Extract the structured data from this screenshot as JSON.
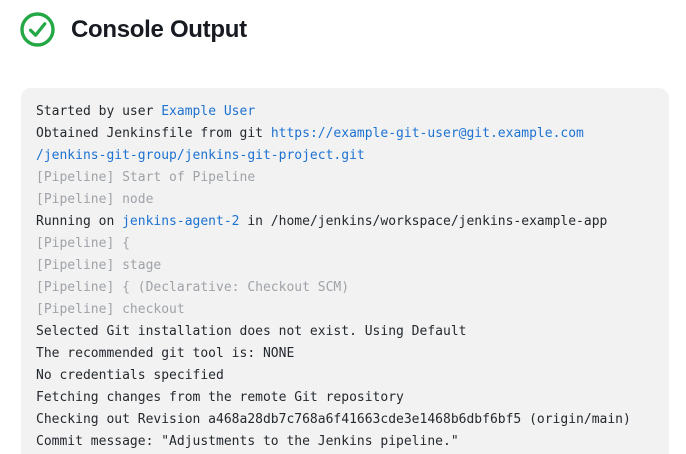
{
  "header": {
    "title": "Console Output",
    "status": "success",
    "accent_green": "#23a845"
  },
  "console": {
    "background": "#f2f2f2",
    "text_color": "#24292e",
    "muted_color": "#9fa3a8",
    "link_color": "#1d72d2",
    "lines": [
      {
        "segments": [
          {
            "type": "text",
            "text": "Started by user "
          },
          {
            "type": "link",
            "text": "Example User"
          }
        ]
      },
      {
        "segments": [
          {
            "type": "text",
            "text": "Obtained Jenkinsfile from git "
          },
          {
            "type": "link",
            "text": "https://example-git-user@git.example.com"
          }
        ]
      },
      {
        "segments": [
          {
            "type": "link",
            "text": "/jenkins-git-group/jenkins-git-project.git"
          }
        ]
      },
      {
        "segments": [
          {
            "type": "muted",
            "text": "[Pipeline] Start of Pipeline"
          }
        ]
      },
      {
        "segments": [
          {
            "type": "muted",
            "text": "[Pipeline] node"
          }
        ]
      },
      {
        "segments": [
          {
            "type": "text",
            "text": "Running on "
          },
          {
            "type": "link",
            "text": "jenkins-agent-2"
          },
          {
            "type": "text",
            "text": " in /home/jenkins/workspace/jenkins-example-app"
          }
        ]
      },
      {
        "segments": [
          {
            "type": "muted",
            "text": "[Pipeline] {"
          }
        ]
      },
      {
        "segments": [
          {
            "type": "muted",
            "text": "[Pipeline] stage"
          }
        ]
      },
      {
        "segments": [
          {
            "type": "muted",
            "text": "[Pipeline] { (Declarative: Checkout SCM)"
          }
        ]
      },
      {
        "segments": [
          {
            "type": "muted",
            "text": "[Pipeline] checkout"
          }
        ]
      },
      {
        "segments": [
          {
            "type": "text",
            "text": "Selected Git installation does not exist. Using Default"
          }
        ]
      },
      {
        "segments": [
          {
            "type": "text",
            "text": "The recommended git tool is: NONE"
          }
        ]
      },
      {
        "segments": [
          {
            "type": "text",
            "text": "No credentials specified"
          }
        ]
      },
      {
        "segments": [
          {
            "type": "text",
            "text": "Fetching changes from the remote Git repository"
          }
        ]
      },
      {
        "segments": [
          {
            "type": "text",
            "text": "Checking out Revision a468a28db7c768a6f41663cde3e1468b6dbf6bf5 (origin/main)"
          }
        ]
      },
      {
        "segments": [
          {
            "type": "text",
            "text": "Commit message: \"Adjustments to the Jenkins pipeline.\""
          }
        ]
      }
    ]
  }
}
